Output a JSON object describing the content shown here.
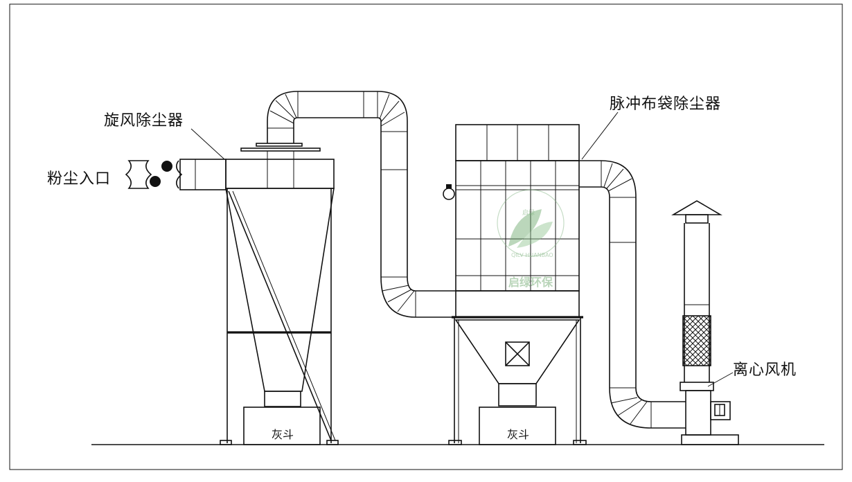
{
  "labels": {
    "cyclone": "旋风除尘器",
    "pulse_bag": "脉冲布袋除尘器",
    "dust_inlet": "粉尘入口",
    "fan": "离心风机",
    "hopper_left": "灰斗",
    "hopper_right": "灰斗"
  },
  "watermark": {
    "brand_cn": "启绿环保",
    "brand_en": "QILV HUANBAO",
    "badge": "启绿",
    "color": "#7fb27f"
  },
  "colors": {
    "line": "#111111",
    "background": "#ffffff"
  }
}
